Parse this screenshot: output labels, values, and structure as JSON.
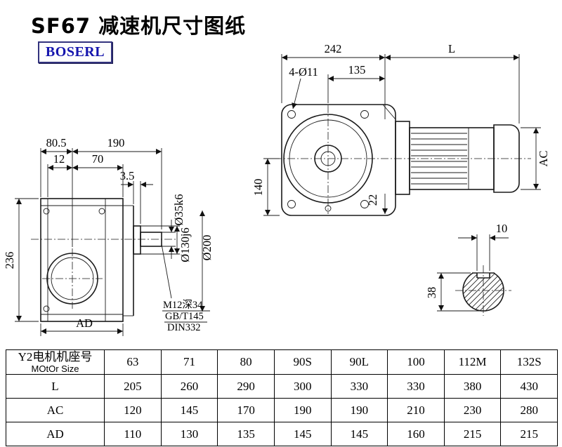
{
  "title": "SF67 减速机尺寸图纸",
  "logo": "BOSERL",
  "front_view": {
    "dim_242": "242",
    "dim_L": "L",
    "dim_4d11": "4-Ø11",
    "dim_135": "135",
    "dim_140": "140",
    "dim_22": "22",
    "dim_AC": "AC"
  },
  "side_view": {
    "dim_80_5": "80.5",
    "dim_190": "190",
    "dim_12": "12",
    "dim_70": "70",
    "dim_3_5": "3.5",
    "dim_236": "236",
    "dim_AD": "AD",
    "shaft_dia": "Ø35k6",
    "spigot_dia": "Ø130j6",
    "flange_dia": "Ø200",
    "tap_note_1": "M12深34",
    "tap_note_2": "GB/T145",
    "tap_note_3": "DIN332"
  },
  "shaft_view": {
    "dim_key_width": "10",
    "dim_shaft_height": "38"
  },
  "table": {
    "header": {
      "col0_line1": "Y2电机机座号",
      "col0_line2": "MOtOr Size",
      "sizes": [
        "63",
        "71",
        "80",
        "90S",
        "90L",
        "100",
        "112M",
        "132S"
      ]
    },
    "rows": [
      {
        "label": "L",
        "values": [
          "205",
          "260",
          "290",
          "300",
          "330",
          "330",
          "380",
          "430"
        ]
      },
      {
        "label": "AC",
        "values": [
          "120",
          "145",
          "170",
          "190",
          "190",
          "210",
          "230",
          "280"
        ]
      },
      {
        "label": "AD",
        "values": [
          "110",
          "130",
          "135",
          "145",
          "145",
          "160",
          "215",
          "215"
        ]
      }
    ]
  }
}
